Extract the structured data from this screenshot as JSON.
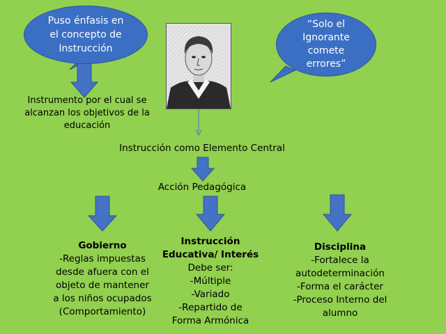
{
  "bubble_left": {
    "line1": "Puso énfasis en",
    "line2": "el concepto de",
    "line3": "Instrucción"
  },
  "bubble_right": {
    "line1": "“Solo el",
    "line2": "Ignorante",
    "line3": "comete",
    "line4": "errores”"
  },
  "instrument_text": {
    "line1": "Instrumento por el cual se",
    "line2": "alcanzan los objetivos de la",
    "line3": "educación"
  },
  "central_element": "Instrucción como Elemento Central",
  "pedagogic_action": "Acción Pedagógica",
  "gobierno": {
    "title": "Gobierno",
    "l1": "-Reglas impuestas",
    "l2": "desde afuera con el",
    "l3": "objeto de  mantener",
    "l4": "a los niños ocupados",
    "l5": "(Comportamiento)"
  },
  "instruccion": {
    "title1": "Instrucción",
    "title2": "Educativa/ Interés",
    "l1": "Debe ser:",
    "l2": "-Múltiple",
    "l3": "-Variado",
    "l4": "-Repartido de",
    "l5": "Forma Armónica"
  },
  "disciplina": {
    "title": "Disciplina",
    "l1": "-Fortalece  la",
    "l2": "autodeterminación",
    "l3": "-Forma el carácter",
    "l4": "-Proceso Interno del",
    "l5": "alumno"
  },
  "colors": {
    "background": "#92d050",
    "bubble": "#3a6fc4",
    "arrow": "#4472c4"
  }
}
